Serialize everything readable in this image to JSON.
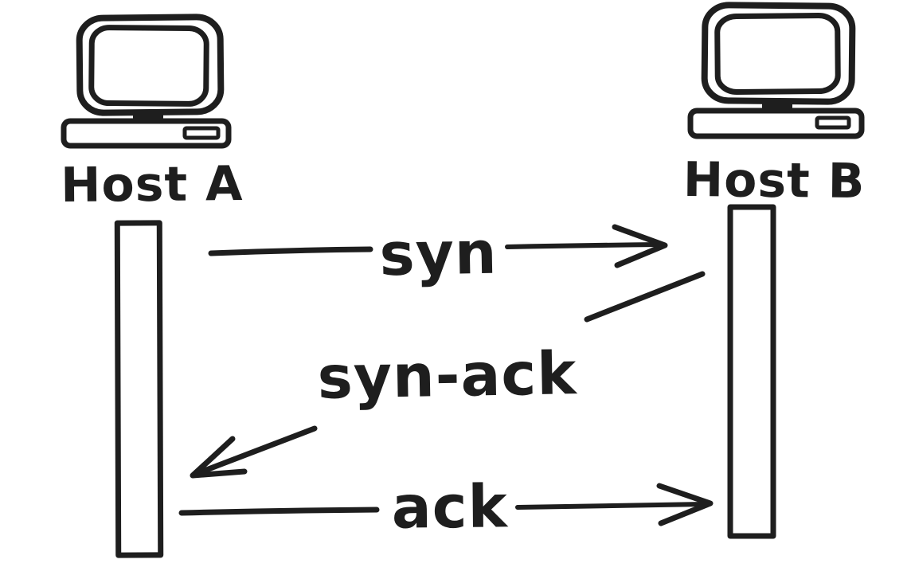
{
  "diagram": {
    "type": "sequence-diagram",
    "style": "hand-drawn",
    "hosts": [
      {
        "label": "Host A",
        "icon": "desktop-computer-icon"
      },
      {
        "label": "Host B",
        "icon": "desktop-computer-icon"
      }
    ],
    "messages": [
      {
        "label": "syn",
        "from": "Host A",
        "to": "Host B",
        "direction": "right"
      },
      {
        "label": "syn-ack",
        "from": "Host B",
        "to": "Host A",
        "direction": "left"
      },
      {
        "label": "ack",
        "from": "Host A",
        "to": "Host B",
        "direction": "right"
      }
    ],
    "colors": {
      "ink": "#1e1e1e",
      "background": "#ffffff"
    }
  }
}
